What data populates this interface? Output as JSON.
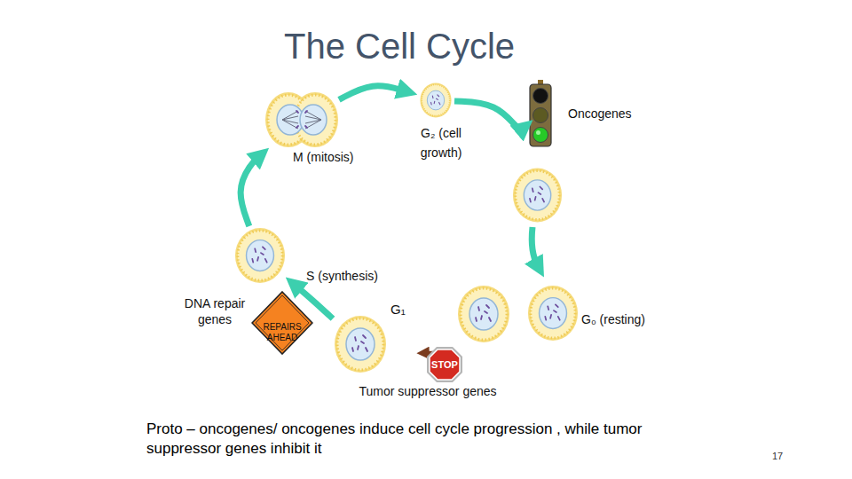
{
  "diagram": {
    "title": "The Cell Cycle",
    "caption": "Proto – oncogenes/ oncogenes induce cell cycle progression , while tumor suppressor genes inhibit it",
    "nodes": [
      {
        "text": [
          "M (mitosis)"
        ]
      },
      {
        "text": [
          "G₂ (cell growth)"
        ]
      },
      {
        "text": [
          "Oncogenes"
        ]
      },
      {
        "text": [
          "S (synthesis)"
        ]
      },
      {
        "text": [
          "DNA repair genes",
          "REPAIRS AHEAD"
        ]
      },
      {
        "text": [
          "G₁"
        ]
      },
      {
        "text": [
          "G₀ (resting)"
        ]
      },
      {
        "text": [
          "STOP",
          "Tumor suppressor genes"
        ]
      }
    ],
    "edges": [
      {
        "from": 0,
        "to": 1,
        "arrow": "to"
      },
      {
        "from": 1,
        "to": 2,
        "arrow": "to"
      },
      {
        "from": 5,
        "to": 3,
        "arrow": "to"
      },
      {
        "from": 3,
        "to": 0,
        "arrow": "to"
      }
    ],
    "labels": [
      "17"
    ]
  }
}
